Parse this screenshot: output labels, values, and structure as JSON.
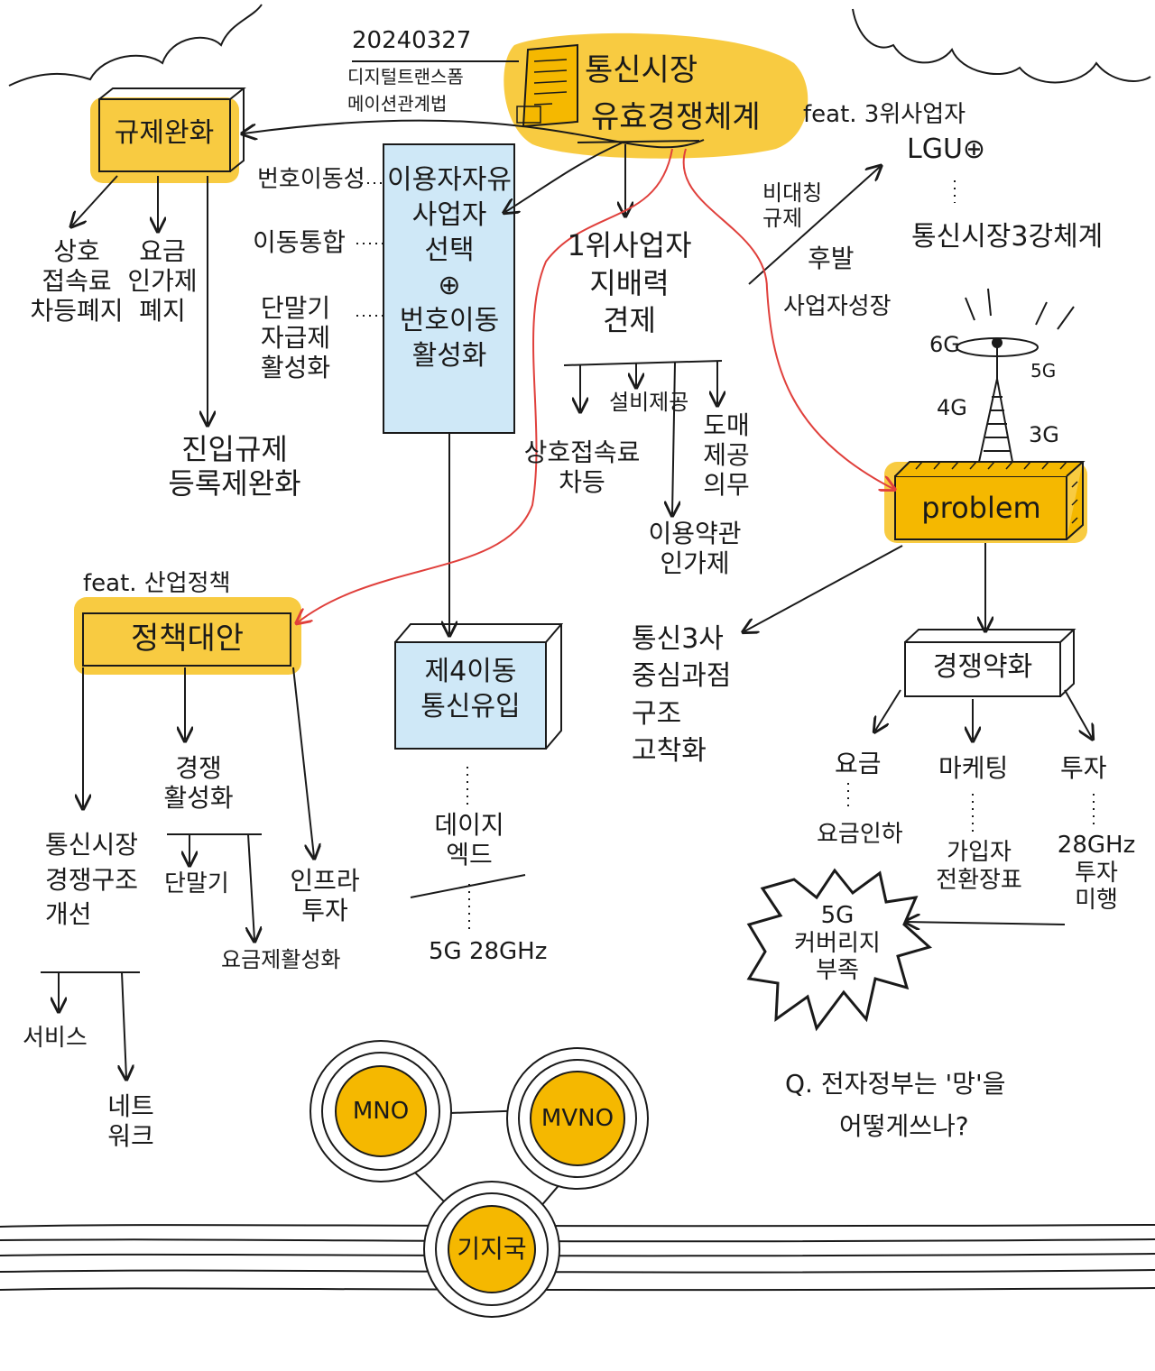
{
  "colors": {
    "highlight_yellow": "#f7c52c",
    "node_fill_yellow": "#f5b800",
    "blue_box": "#cfe8f7",
    "red_arrow": "#e0403c",
    "ink": "#1a1a1a"
  },
  "header": {
    "date": "20240327",
    "source_line1": "디지털트랜스폼",
    "source_line2": "메이션관계법",
    "book_icon": "book-icon"
  },
  "main_topic": {
    "line1": "통신시장",
    "line2": "유효경쟁체계"
  },
  "feat_lgu": {
    "line1": "feat. 3위사업자",
    "line2": "LGU⊕",
    "below": "통신시장3강체계"
  },
  "asym": {
    "label1": "비대칭",
    "label2": "규제",
    "growth1": "후발",
    "growth2": "사업자성장"
  },
  "deregulation": {
    "title": "규제완화",
    "sub1": "상호\n접속료\n차등폐지",
    "sub2": "요금\n인가제\n폐지",
    "entry": "진입규제\n등록제완화"
  },
  "user_choice": {
    "box": "이용자자유\n사업자\n선택\n⊕\n번호이동\n활성화",
    "left1": "번호이동성",
    "left2": "이동통합",
    "left3": "단말기\n자급제\n활성화"
  },
  "dominance": {
    "title": "1위사업자\n지배력\n견제",
    "sub1": "상호접속료\n차등",
    "sub2": "설비제공",
    "sub3": "이용약관\n인가제",
    "sub4": "도매\n제공\n의무"
  },
  "problem": {
    "title": "problem",
    "tower_6g": "6G",
    "tower_5g": "5G",
    "tower_4g": "4G",
    "tower_3g": "3G",
    "left_result": "통신3사\n중심과점\n구조\n고착화",
    "weakening": "경쟁약화",
    "w1": "요금",
    "w1_sub": "요금인하",
    "w2": "마케팅",
    "w2_sub": "가입자\n전환장표",
    "w3": "투자",
    "w3_sub": "28GHz\n투자\n미행",
    "coverage": "5G\n커버리지\n부족"
  },
  "policy": {
    "feat": "feat. 산업정책",
    "title": "정책대안",
    "c1": "통신시장\n경쟁구조\n개선",
    "c1_a": "서비스",
    "c1_b": "네트\n워크",
    "c2": "경쟁\n활성화",
    "c2_a": "단말기",
    "c2_b": "요금제활성화",
    "c3": "인프라\n투자"
  },
  "fourth": {
    "box": "제4이동\n통신유입",
    "note1": "데이지\n엑드",
    "note2": "5G 28GHz"
  },
  "question": {
    "line1": "Q. 전자정부는 '망'을",
    "line2": "어떻게쓰나?"
  },
  "network": {
    "mno": "MNO",
    "mvno": "MVNO",
    "base": "기지국"
  }
}
